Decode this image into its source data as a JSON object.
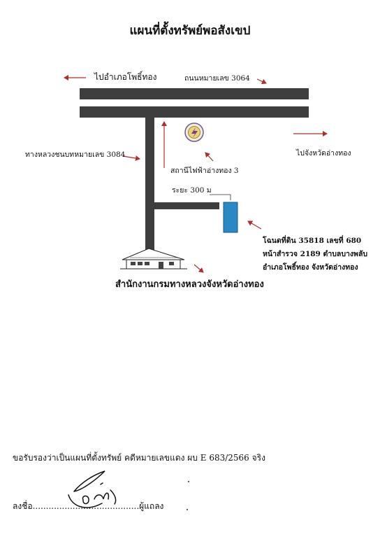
{
  "title": "แผนที่ตั้งทรัพย์พอสังเขป",
  "labels": {
    "to_pho_thong": "ไปอำเภอโพธิ์ทอง",
    "road_3064": "ถนนหมายเลข 3064",
    "rural_road_3084": "ทางหลวงชนบทหมายเลข 3084",
    "to_ang_thong": "ไปจังหวัดอ่างทอง",
    "power_station": "สถานีไฟฟ้าอ่างทอง 3",
    "distance": "ระยะ 300 ม",
    "deed_line1": "โฉนดที่ดิน 35818 เลขที่ 680",
    "deed_line2": "หน้าสำรวจ 2189 ตำบลบางพลับ",
    "deed_line3": "อำเภอโพธิ์ทอง จังหวัดอ่างทอง",
    "highway_office": "สำนักงานกรมทางหลวงจังหวัดอ่างทอง"
  },
  "certification": "ขอรับรองว่าเป็นแผนที่ตั้งทรัพย์ คดีหมายเลขแดง ผบ E 683/2566 จริง",
  "signature": {
    "prefix": "ลงชื่อ",
    "dots": "........................................",
    "suffix": "ผู้แถลง"
  },
  "colors": {
    "road": "#3e3e3e",
    "arrow": "#a8322e",
    "plot": "#2b88c4"
  },
  "icons": [
    "power-station-logo-icon",
    "building-icon",
    "signature-icon"
  ]
}
